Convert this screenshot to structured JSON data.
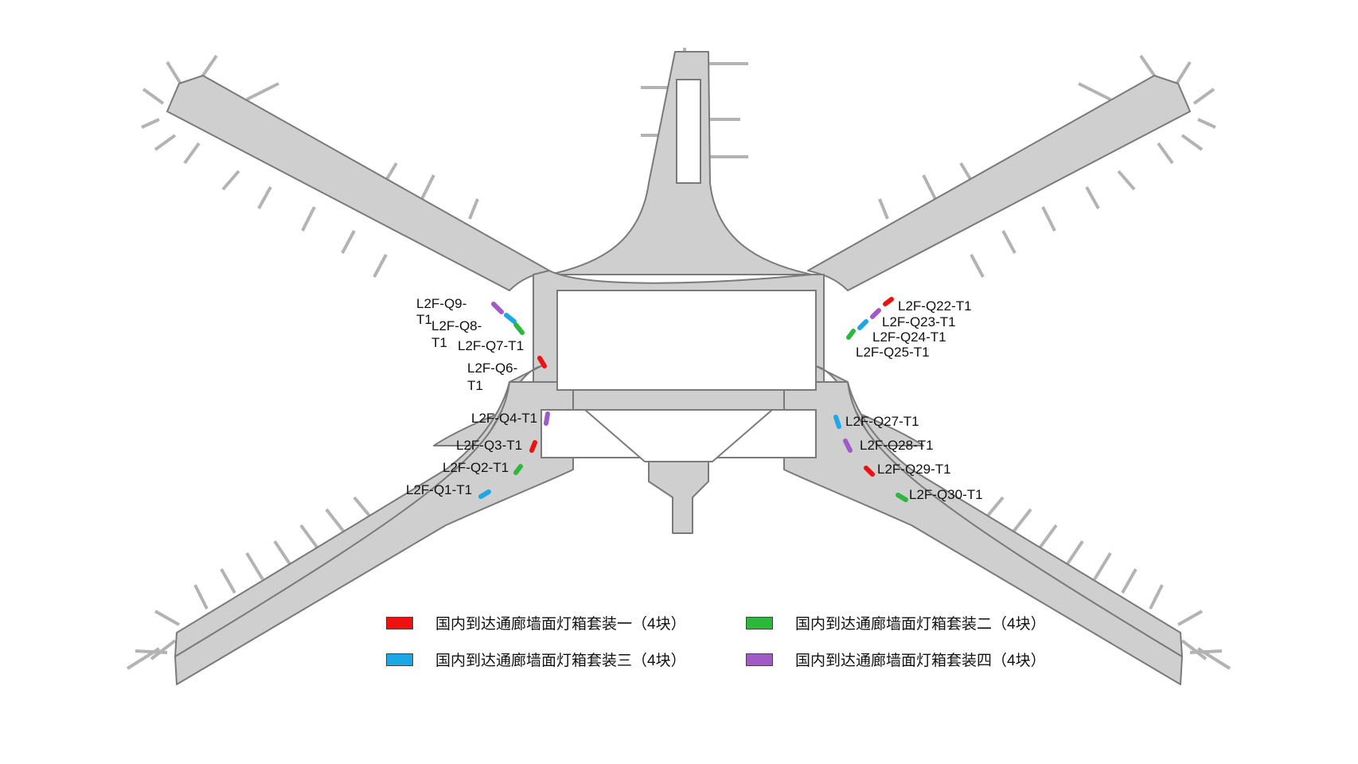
{
  "labels": {
    "q9": "L2F-Q9-",
    "q9b": "T1",
    "q8": "L2F-Q8-",
    "q8b": "T1",
    "q7": "L2F-Q7-T1",
    "q6": "L2F-Q6-",
    "q6b": "T1",
    "q4": "L2F-Q4-T1",
    "q3": "L2F-Q3-T1",
    "q2": "L2F-Q2-T1",
    "q1": "L2F-Q1-T1",
    "q22": "L2F-Q22-T1",
    "q23": "L2F-Q23-T1",
    "q24": "L2F-Q24-T1",
    "q25": "L2F-Q25-T1",
    "q27": "L2F-Q27-T1",
    "q28": "L2F-Q28-T1",
    "q29": "L2F-Q29-T1",
    "q30": "L2F-Q30-T1"
  },
  "legend": [
    {
      "text": "国内到达通廊墙面灯箱套装一（4块）",
      "color": "#ee1111"
    },
    {
      "text": "国内到达通廊墙面灯箱套装二（4块）",
      "color": "#2db83d"
    },
    {
      "text": "国内到达通廊墙面灯箱套装三（4块）",
      "color": "#1ea7e6"
    },
    {
      "text": "国内到达通廊墙面灯箱套装四（4块）",
      "color": "#a15bc7"
    }
  ],
  "colors": {
    "floor": "#cfcfcf",
    "wall": "#7a7a7a",
    "background": "#ffffff"
  }
}
